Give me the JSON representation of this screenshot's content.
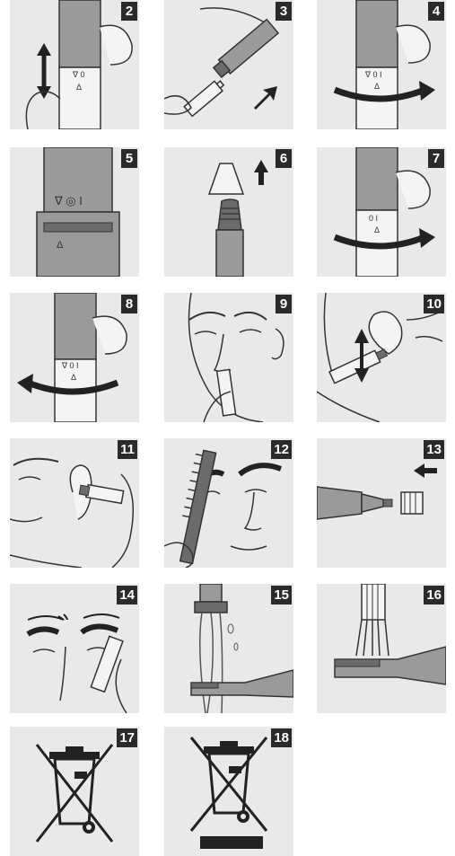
{
  "steps": [
    {
      "number": "2"
    },
    {
      "number": "3"
    },
    {
      "number": "4"
    },
    {
      "number": "5"
    },
    {
      "number": "6"
    },
    {
      "number": "7"
    },
    {
      "number": "8"
    },
    {
      "number": "9"
    },
    {
      "number": "10"
    },
    {
      "number": "11"
    },
    {
      "number": "12"
    },
    {
      "number": "13"
    },
    {
      "number": "14"
    },
    {
      "number": "15"
    },
    {
      "number": "16"
    },
    {
      "number": "17"
    },
    {
      "number": "18"
    }
  ],
  "colors": {
    "panel_bg": "#e9e9e9",
    "device": "#9a9a9a",
    "device_light": "#f4f4f4",
    "arrow": "#222222",
    "badge": "#2a2a2a",
    "line": "#333333"
  },
  "icons": [
    "trimmer-handle-icon",
    "battery-icon",
    "rotate-arrow-icon",
    "trimmer-head-cap-icon",
    "nose-trim-icon",
    "ear-trim-icon",
    "eyebrow-comb-icon",
    "rinse-water-icon",
    "cleaning-brush-icon",
    "crossed-out-bin-icon"
  ],
  "markings": {
    "lock": "∇",
    "symbol": "◎",
    "on": "I",
    "off": "0",
    "arrow": "Δ"
  }
}
